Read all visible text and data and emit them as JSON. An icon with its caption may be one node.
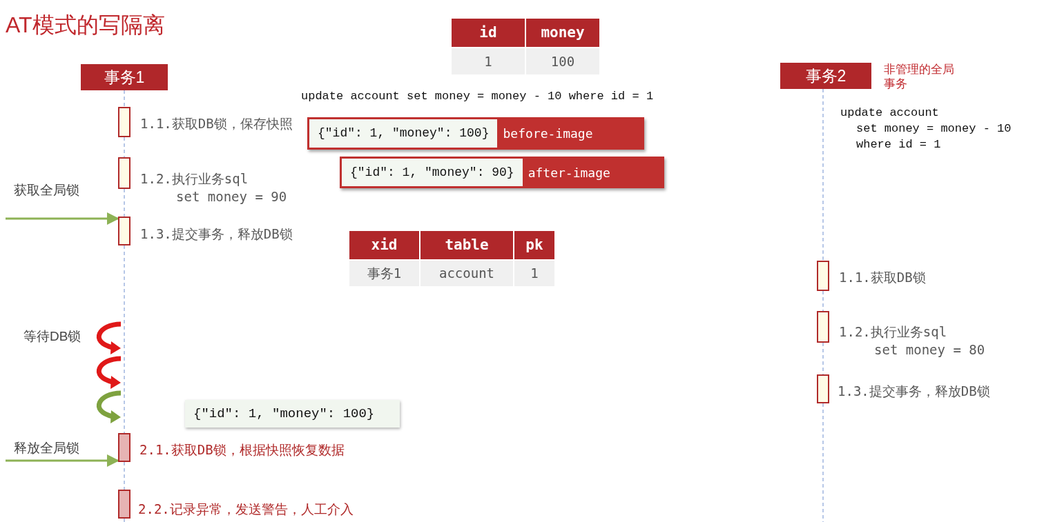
{
  "diagram": {
    "title": "AT模式的写隔离",
    "nodes": [
      {
        "text": [
          "事务1"
        ]
      },
      {
        "text": [
          "事务2"
        ],
        "beside": [
          "非管理的全局事务"
        ]
      },
      {
        "text": [],
        "shape": "bar",
        "beside": [
          "1.1.获取DB锁，保存快照"
        ]
      },
      {
        "text": [],
        "shape": "bar",
        "beside": [
          "1.2.执行业务sql",
          "set money = 90"
        ]
      },
      {
        "text": [],
        "shape": "bar",
        "beside": [
          "1.3.提交事务，释放DB锁"
        ]
      },
      {
        "text": [],
        "shape": "bar",
        "beside": [
          "2.1.获取DB锁，根据快照恢复数据"
        ]
      },
      {
        "text": [],
        "shape": "bar",
        "beside": [
          "2.2.记录异常，发送警告，人工介入"
        ]
      },
      {
        "text": [],
        "shape": "bar",
        "beside": [
          "1.1.获取DB锁"
        ]
      },
      {
        "text": [],
        "shape": "bar",
        "beside": [
          "1.2.执行业务sql",
          "set money = 80"
        ]
      },
      {
        "text": [],
        "shape": "bar",
        "beside": [
          "1.3.提交事务，释放DB锁"
        ]
      },
      {
        "text": [
          "{\"id\": 1, \"money\": 100}",
          "before-image"
        ]
      },
      {
        "text": [
          "{\"id\": 1, \"money\": 90}",
          "after-image"
        ]
      },
      {
        "text": [
          "{\"id\": 1, \"money\": 100}"
        ]
      },
      {
        "text": [
          "获取全局锁"
        ]
      },
      {
        "text": [
          "释放全局锁"
        ]
      },
      {
        "text": [
          "id",
          "money",
          "1",
          "100"
        ]
      },
      {
        "text": [
          "xid",
          "table",
          "pk",
          "事务1",
          "account",
          "1"
        ]
      }
    ],
    "edges": [
      {
        "from": 0,
        "to": 2,
        "arrow": "none",
        "style": "dashed"
      },
      {
        "from": 2,
        "to": 3,
        "arrow": "none",
        "style": "dashed"
      },
      {
        "from": 3,
        "to": 4,
        "arrow": "none",
        "style": "dashed"
      },
      {
        "from": 4,
        "to": 5,
        "arrow": "none",
        "style": "dashed"
      },
      {
        "from": 5,
        "to": 6,
        "arrow": "none",
        "style": "dashed"
      },
      {
        "from": 1,
        "to": 7,
        "arrow": "none",
        "style": "dashed"
      },
      {
        "from": 7,
        "to": 8,
        "arrow": "none",
        "style": "dashed"
      },
      {
        "from": 8,
        "to": 9,
        "arrow": "none",
        "style": "dashed"
      },
      {
        "from": 13,
        "to": 4,
        "arrow": "to",
        "color": "#8db255"
      },
      {
        "from": 14,
        "to": 5,
        "arrow": "to",
        "color": "#8db255"
      }
    ],
    "labels": [
      "update account set money = money - 10 where id = 1",
      "update account",
      "set money = money - 10",
      "where id = 1",
      "等待DB锁"
    ]
  }
}
